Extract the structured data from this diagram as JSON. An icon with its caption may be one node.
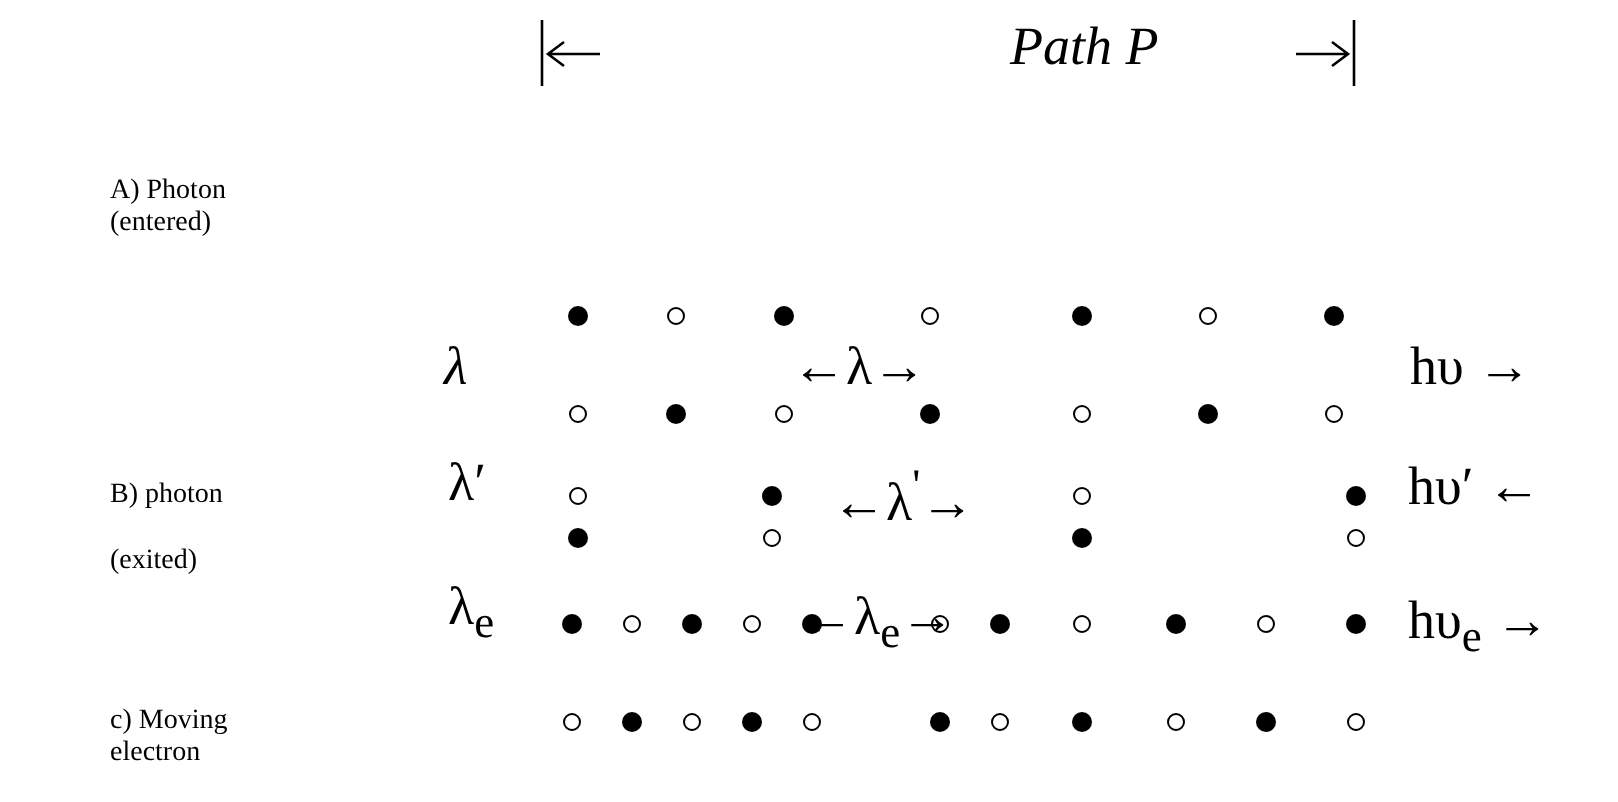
{
  "diagram": {
    "labels": [
      "Path P",
      "A) Photon (entered)",
      "λ",
      "←λ→",
      "hυ →",
      "B) photon",
      "(exited)",
      "λ′",
      "←λ$^{'}$→",
      "hυ′ ←",
      "c) Moving electron",
      "λ$_{e}$",
      "←λ$_{e}$→",
      "hυ$_{e}$ →"
    ]
  }
}
